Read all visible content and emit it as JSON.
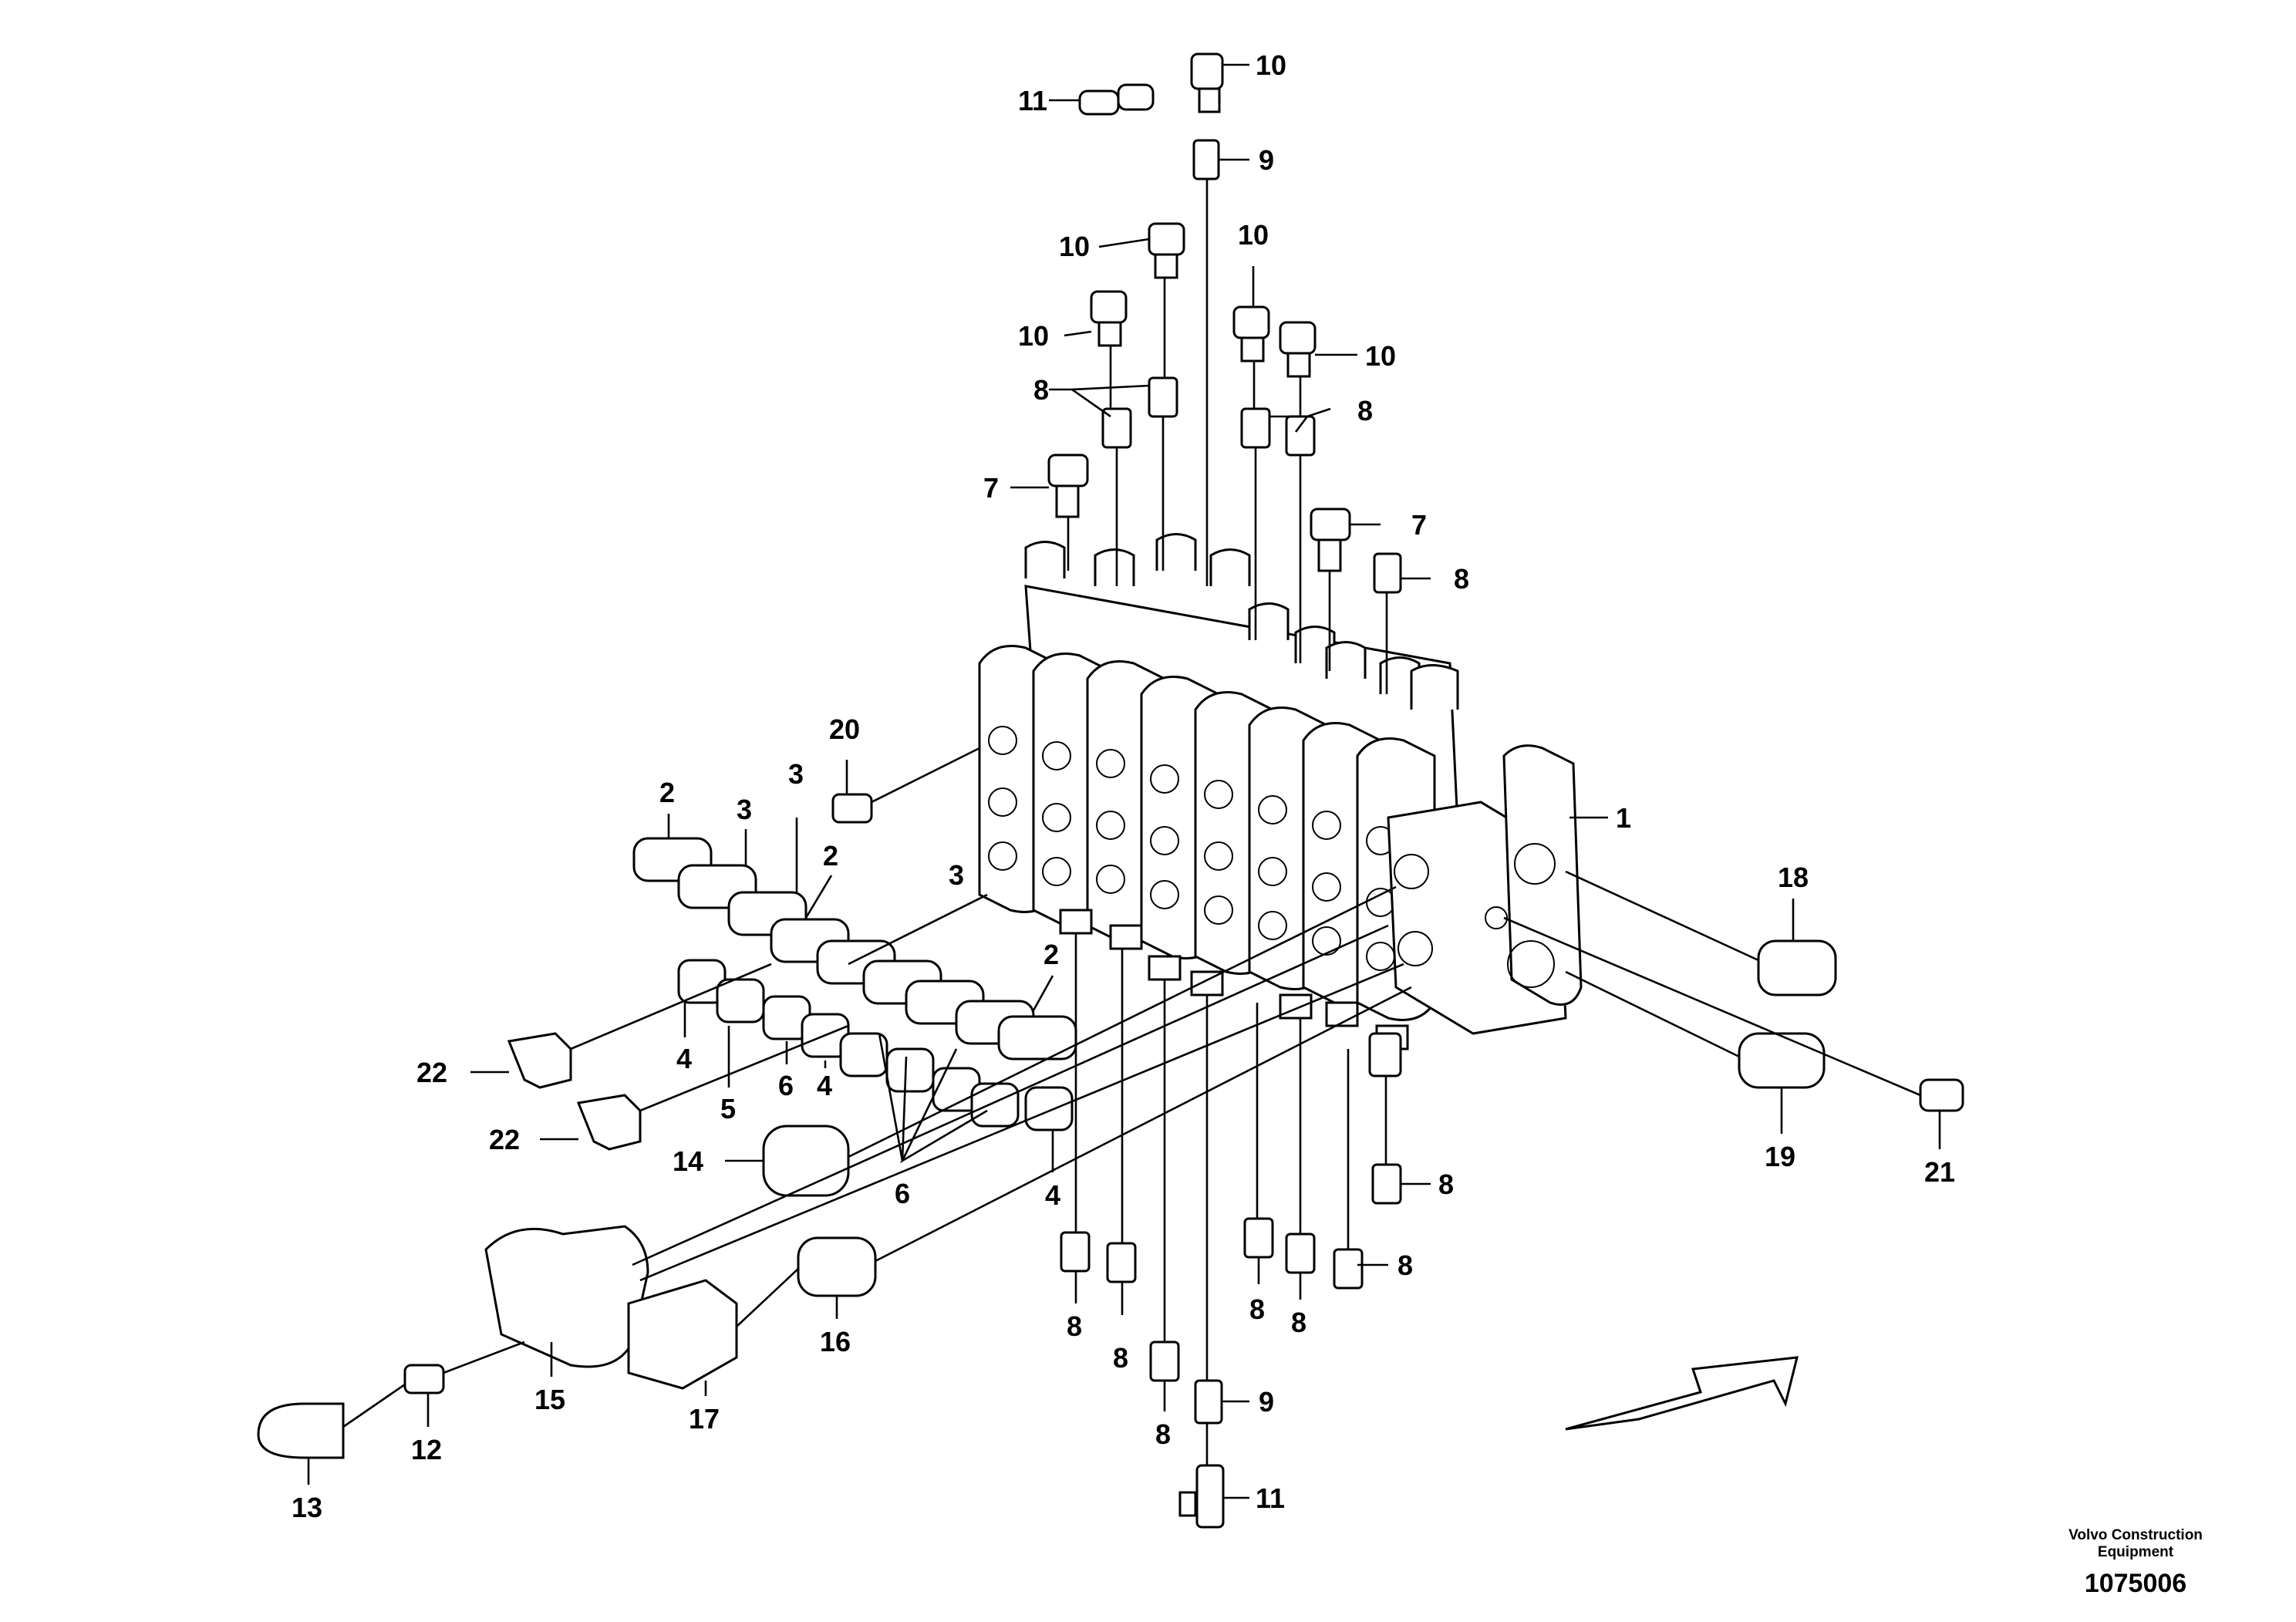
{
  "diagram": {
    "callouts": [
      {
        "id": "c11a",
        "text": "11"
      },
      {
        "id": "c10a",
        "text": "10"
      },
      {
        "id": "c9a",
        "text": "9"
      },
      {
        "id": "c10b",
        "text": "10"
      },
      {
        "id": "c10c",
        "text": "10"
      },
      {
        "id": "c10d",
        "text": "10"
      },
      {
        "id": "c10e",
        "text": "10"
      },
      {
        "id": "c8a",
        "text": "8"
      },
      {
        "id": "c8b",
        "text": "8"
      },
      {
        "id": "c7a",
        "text": "7"
      },
      {
        "id": "c7b",
        "text": "7"
      },
      {
        "id": "c8c",
        "text": "8"
      },
      {
        "id": "c20",
        "text": "20"
      },
      {
        "id": "c2a",
        "text": "2"
      },
      {
        "id": "c3a",
        "text": "3"
      },
      {
        "id": "c3b",
        "text": "3"
      },
      {
        "id": "c2b",
        "text": "2"
      },
      {
        "id": "c3c",
        "text": "3"
      },
      {
        "id": "c2c",
        "text": "2"
      },
      {
        "id": "c1",
        "text": "1"
      },
      {
        "id": "c18",
        "text": "18"
      },
      {
        "id": "c22a",
        "text": "22"
      },
      {
        "id": "c4a",
        "text": "4"
      },
      {
        "id": "c5",
        "text": "5"
      },
      {
        "id": "c6a",
        "text": "6"
      },
      {
        "id": "c4b",
        "text": "4"
      },
      {
        "id": "c22b",
        "text": "22"
      },
      {
        "id": "c14",
        "text": "14"
      },
      {
        "id": "c6b",
        "text": "6"
      },
      {
        "id": "c4c",
        "text": "4"
      },
      {
        "id": "c19",
        "text": "19"
      },
      {
        "id": "c21",
        "text": "21"
      },
      {
        "id": "c8d",
        "text": "8"
      },
      {
        "id": "c8e",
        "text": "8"
      },
      {
        "id": "c8f",
        "text": "8"
      },
      {
        "id": "c8g",
        "text": "8"
      },
      {
        "id": "c8h",
        "text": "8"
      },
      {
        "id": "c8i",
        "text": "8"
      },
      {
        "id": "c8j",
        "text": "8"
      },
      {
        "id": "c16",
        "text": "16"
      },
      {
        "id": "c15",
        "text": "15"
      },
      {
        "id": "c17",
        "text": "17"
      },
      {
        "id": "c12",
        "text": "12"
      },
      {
        "id": "c13",
        "text": "13"
      },
      {
        "id": "c9b",
        "text": "9"
      },
      {
        "id": "c11b",
        "text": "11"
      }
    ]
  },
  "footer": {
    "maker_line1": "Volvo Construction",
    "maker_line2": "Equipment",
    "drawing_number": "1075006"
  }
}
